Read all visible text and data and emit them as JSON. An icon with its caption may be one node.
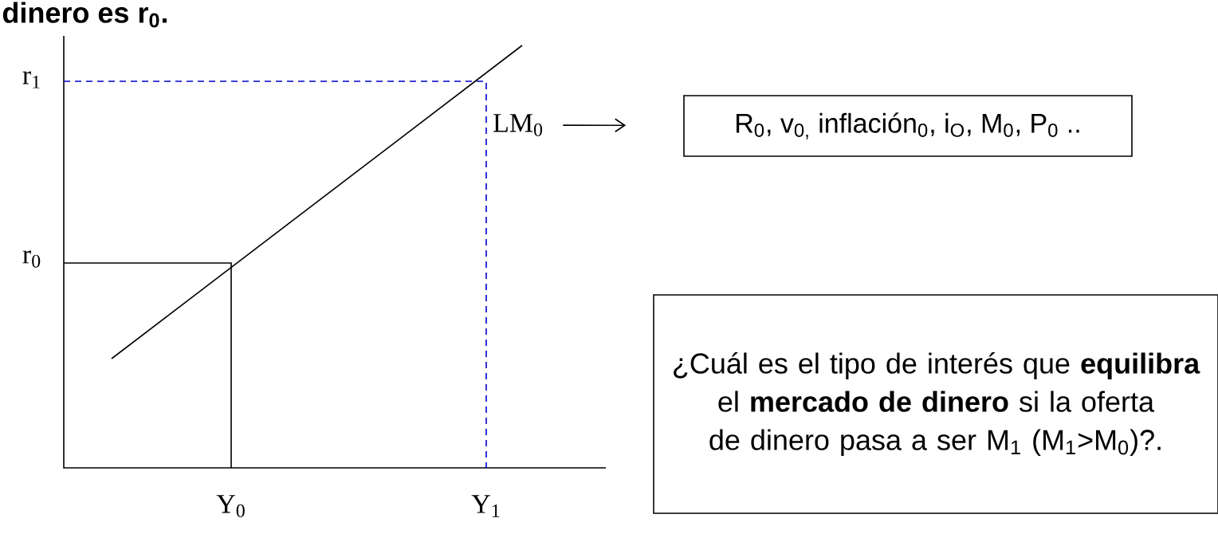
{
  "diagram": {
    "title": "dinero es r$_{0}$.",
    "nodes": [
      {
        "text": [
          "LM$_{0}$"
        ]
      },
      {
        "text": [
          "R$_{0}$, v$_{0,}$ inflación$_{0}$, i$_{O}$, M$_{0}$, P$_{0}$ .."
        ]
      },
      {
        "text": [
          "¿Cuál es el tipo de interés que **equilibra** el **mercado de dinero** si la oferta de dinero pasa a ser M$_{1}$ (M$_{1}$>M$_{0}$)?."
        ]
      }
    ],
    "edges": [
      {
        "from": 0,
        "to": 1,
        "arrow": "to"
      }
    ],
    "labels": [
      "r$_{1}$",
      "r$_{0}$",
      "Y$_{0}$",
      "Y$_{1}$"
    ]
  }
}
